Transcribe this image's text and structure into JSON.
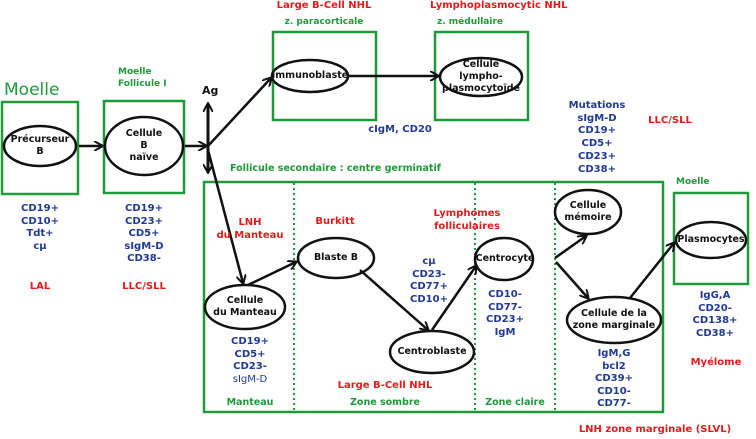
{
  "title_moelle": "Moelle",
  "antigen_label": "Ag",
  "colors": {
    "box": "#1e9a3a",
    "disease": "#e41b1b",
    "marker": "#1f3a93",
    "arrow": "#111111"
  },
  "precursor": {
    "cell": [
      "Précurseur",
      "B"
    ],
    "markers": [
      "CD19+",
      "CD10+",
      "Tdt+",
      "cµ"
    ],
    "disease": "LAL"
  },
  "naive": {
    "location": [
      "Moelle",
      "Follicule I"
    ],
    "cell": [
      "Cellule",
      "B",
      "naïve"
    ],
    "markers": [
      "CD19+",
      "CD23+",
      "CD5+",
      "sIgM-D",
      "CD38-"
    ],
    "disease": "LLC/SLL"
  },
  "immunoblast": {
    "disease": "Large B-Cell NHL",
    "location": "z. paracorticale",
    "cell": [
      "Immunoblaste"
    ],
    "markers": "cIgM, CD20"
  },
  "lymphoplasmocyte": {
    "disease": "Lymphoplasmocytic NHL",
    "location": "z. médullaire",
    "cell": [
      "Cellule lympho-",
      "plasmocytoïde"
    ]
  },
  "mutations": {
    "markers": [
      "Mutations",
      "sIgM-D",
      "CD19+",
      "CD5+",
      "CD23+",
      "CD38+"
    ],
    "disease": "LLC/SLL"
  },
  "germinal_center": {
    "title": "Follicule secondaire : centre germinatif",
    "zones": [
      "Manteau",
      "Zone sombre",
      "Zone claire"
    ],
    "mantle": {
      "disease": [
        "LNH",
        "du Manteau"
      ],
      "cell": [
        "Cellule",
        "du Manteau"
      ],
      "markers": [
        "CD19+",
        "CD5+",
        "CD23-",
        "sIgM-D"
      ]
    },
    "blast": {
      "disease": "Burkitt",
      "cell": [
        "Blaste B"
      ]
    },
    "dark_markers": [
      "cµ",
      "CD23-",
      "CD77+",
      "CD10+"
    ],
    "centroblast": {
      "cell": [
        "Centroblaste"
      ],
      "disease": "Large B-Cell NHL"
    },
    "centrocyte": {
      "disease": [
        "Lymphomes",
        "folliculaires"
      ],
      "cell": [
        "Centrocyte"
      ],
      "markers": [
        "CD10-",
        "CD77-",
        "CD23+",
        "IgM"
      ]
    },
    "memory": {
      "cell": [
        "Cellule",
        "mémoire"
      ]
    },
    "marginal": {
      "cell": [
        "Cellule de la",
        "zone marginale"
      ],
      "markers": [
        "IgM,G",
        "bcl2",
        "CD39+",
        "CD10-",
        "CD77-"
      ],
      "disease": "LNH zone marginale (SLVL)"
    }
  },
  "plasmocytes": {
    "location": "Moelle",
    "cell": [
      "Plasmocytes"
    ],
    "markers": [
      "IgG,A",
      "CD20-",
      "CD138+",
      "CD38+"
    ],
    "disease": "Myélome"
  }
}
